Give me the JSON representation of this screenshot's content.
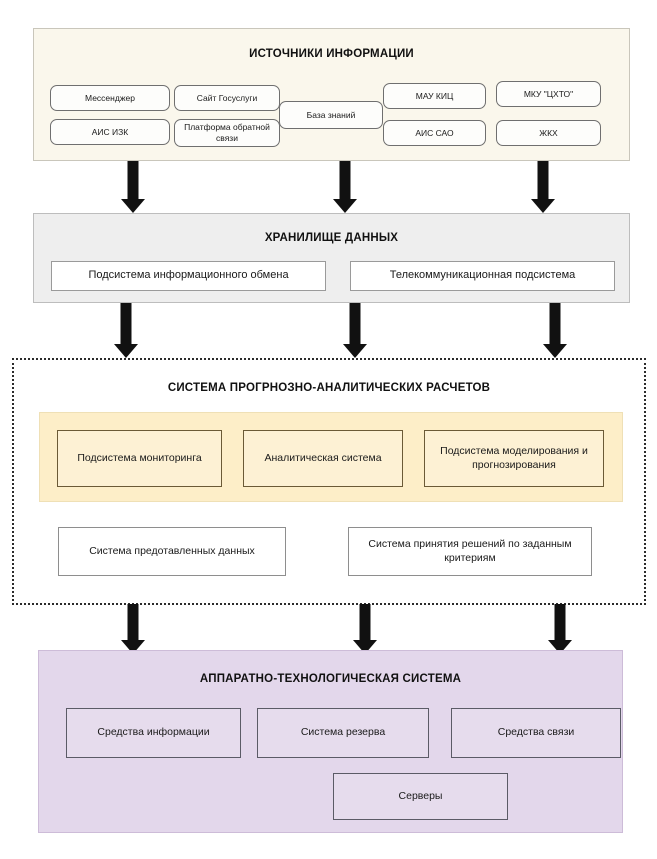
{
  "diagram": {
    "title_hidden": "Архитектура информационно-аналитической системы",
    "sections": [
      {
        "key": "sources",
        "title": "ИСТОЧНИКИ ИНФОРМАЦИИ",
        "bg_color": "#faf7ec",
        "nodes": [
          {
            "label": "Мессенджер"
          },
          {
            "label": "Сайт Госуслуги"
          },
          {
            "label": "МАУ КИЦ"
          },
          {
            "label": "МКУ \"ЦХТО\""
          },
          {
            "label": "АИС ИЗК"
          },
          {
            "label": "Платформа обратной связи"
          },
          {
            "label": "База знаний"
          },
          {
            "label": "АИС САО"
          },
          {
            "label": "ЖКХ"
          }
        ]
      },
      {
        "key": "storage",
        "title": "ХРАНИЛИЩЕ ДАННЫХ",
        "bg_color": "#eeeeee",
        "nodes": [
          {
            "label": "Подсистема информационного обмена"
          },
          {
            "label": "Телекоммуникационная подсистема"
          }
        ]
      },
      {
        "key": "analytics",
        "title": "СИСТЕМА ПРОГРНОЗНО-АНАЛИТИЧЕСКИХ РАСЧЕТОВ",
        "bg_color": "#ffffff",
        "band_color": "#fdeec8",
        "nodes": [
          {
            "label": "Подсистема мониторинга"
          },
          {
            "label": "Аналитическая система"
          },
          {
            "label": "Подсистема моделирования и прогнозирования"
          },
          {
            "label": "Система предотавленных данных"
          },
          {
            "label": "Система принятия решений по заданным критериям"
          }
        ]
      },
      {
        "key": "hardware",
        "title": "АППАРАТНО-ТЕХНОЛОГИЧЕСКАЯ СИСТЕМА",
        "bg_color": "#e3d7eb",
        "nodes": [
          {
            "label": "Средства информации"
          },
          {
            "label": "Система резерва"
          },
          {
            "label": "Средства связи"
          },
          {
            "label": "Серверы"
          }
        ]
      }
    ],
    "connectors": {
      "icon": "down-arrow-icon",
      "color": "#111111",
      "groups": [
        {
          "from": "sources",
          "to": "storage",
          "count": 3
        },
        {
          "from": "storage",
          "to": "analytics",
          "count": 3
        },
        {
          "from": "analytics",
          "to": "hardware",
          "count": 3
        }
      ]
    }
  }
}
